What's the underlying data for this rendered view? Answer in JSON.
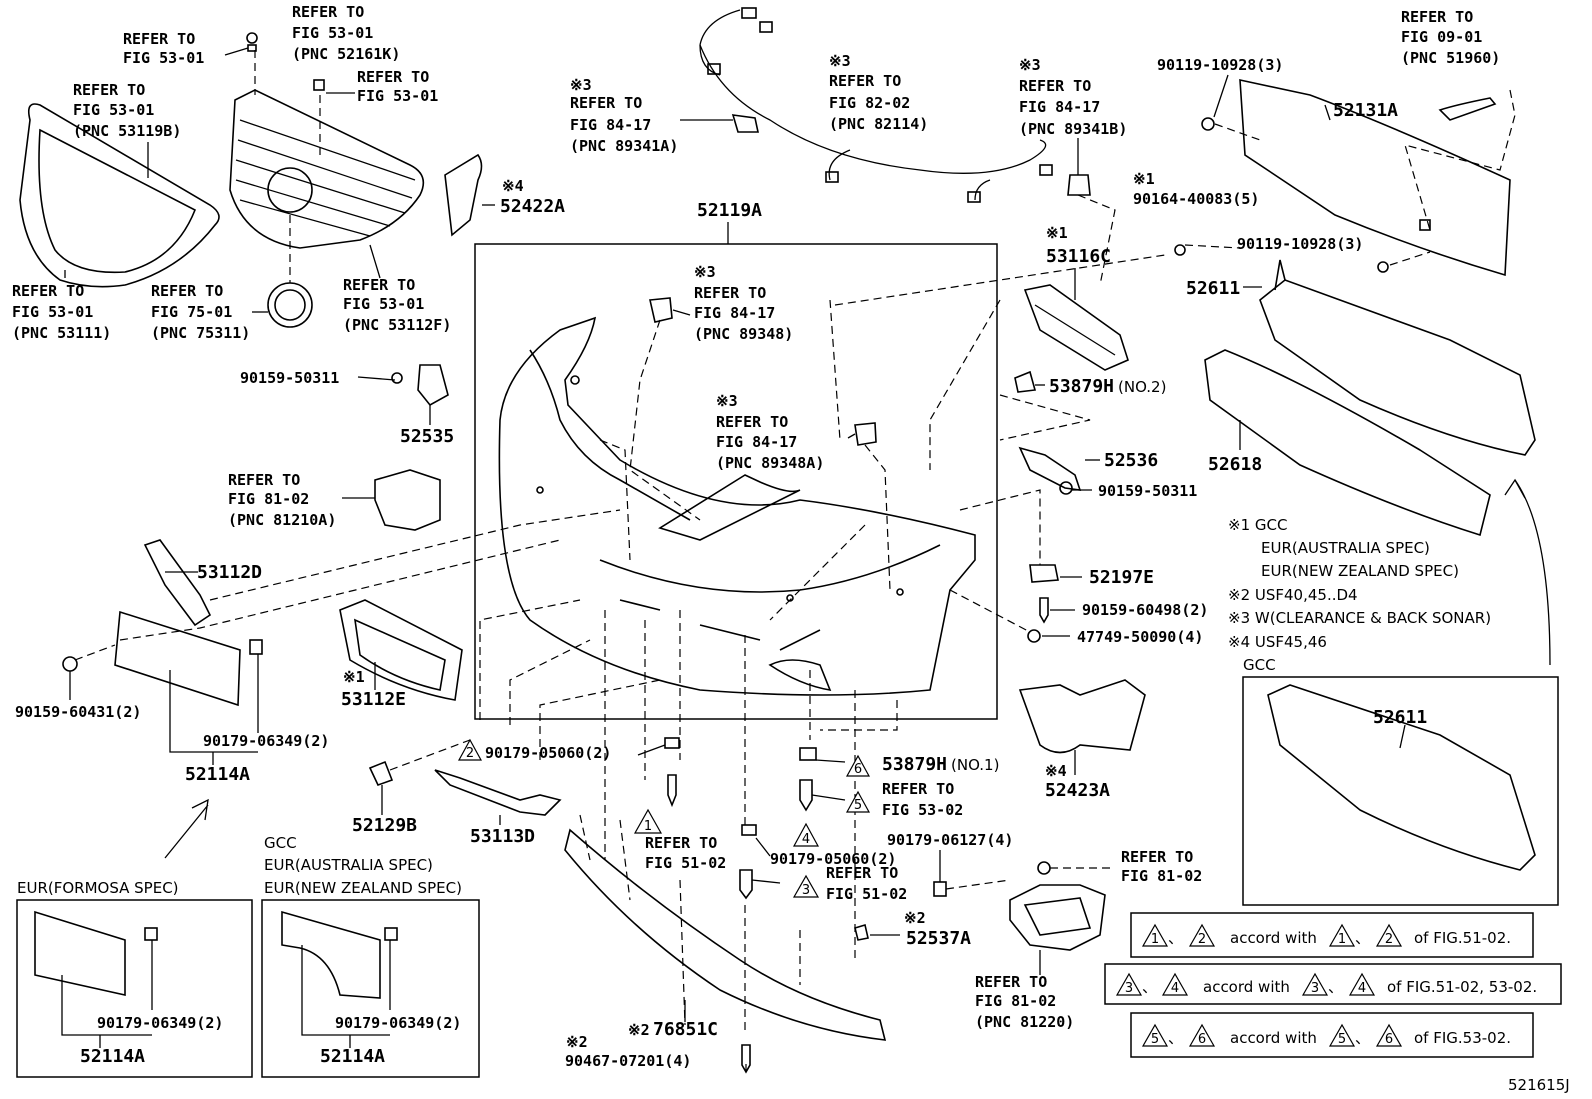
{
  "diagram_id": "521615J",
  "callouts": {
    "refer_53_01_pnc_52161k": [
      "REFER TO",
      "FIG 53-01",
      "(PNC 52161K)"
    ],
    "refer_53_01_a": [
      "REFER TO",
      "FIG 53-01"
    ],
    "refer_53_01_b": [
      "REFER TO",
      "FIG 53-01"
    ],
    "refer_53_01_pnc_53119b": [
      "REFER TO",
      "FIG 53-01",
      "(PNC 53119B)"
    ],
    "refer_53_01_pnc_53111": [
      "REFER TO",
      "FIG 53-01",
      "(PNC 53111)"
    ],
    "refer_75_01_pnc_75311": [
      "REFER TO",
      "FIG 75-01",
      "(PNC 75311)"
    ],
    "refer_53_01_pnc_53112f": [
      "REFER TO",
      "FIG 53-01",
      "(PNC 53112F)"
    ],
    "refer_84_17_pnc_89341a": [
      "※3",
      "REFER TO",
      "FIG 84-17",
      "(PNC 89341A)"
    ],
    "refer_82_02_pnc_82114": [
      "※3",
      "REFER TO",
      "FIG 82-02",
      "(PNC 82114)"
    ],
    "refer_84_17_pnc_89341b": [
      "※3",
      "REFER TO",
      "FIG 84-17",
      "(PNC 89341B)"
    ],
    "refer_09_01_pnc_51960": [
      "REFER TO",
      "FIG 09-01",
      "(PNC 51960)"
    ],
    "refer_84_17_pnc_89348": [
      "※3",
      "REFER TO",
      "FIG 84-17",
      "(PNC 89348)"
    ],
    "refer_84_17_pnc_89348a": [
      "※3",
      "REFER TO",
      "FIG 84-17",
      "(PNC 89348A)"
    ],
    "refer_81_02_pnc_81210a": [
      "REFER TO",
      "FIG 81-02",
      "(PNC 81210A)"
    ],
    "refer_53_02": [
      "REFER TO",
      "FIG 53-02"
    ],
    "refer_51_02_a": [
      "REFER TO",
      "FIG 51-02"
    ],
    "refer_51_02_b": [
      "REFER TO",
      "FIG 51-02"
    ],
    "refer_81_02": [
      "REFER TO",
      "FIG 81-02"
    ],
    "refer_81_02_pnc_81220": [
      "REFER TO",
      "FIG 81-02",
      "(PNC 81220)"
    ]
  },
  "parts": {
    "p52422a": "52422A",
    "p52422a_mark": "※4",
    "p52119a": "52119A",
    "p52131a": "52131A",
    "p90119_10928_top": "90119-10928(3)",
    "p90164_40083": "90164-40083(5)",
    "p90164_mark": "※1",
    "p90119_10928_mid": "90119-10928(3)",
    "p53116c": "53116C",
    "p53116c_mark": "※1",
    "p52611": "52611",
    "p52618": "52618",
    "p90159_50311_a": "90159-50311",
    "p52535": "52535",
    "p53879h_no2": "53879H",
    "p53879h_no2_sfx": "(NO.2)",
    "p52536": "52536",
    "p90159_50311_b": "90159-50311",
    "p53112d": "53112D",
    "p52197e": "52197E",
    "p90159_60498": "90159-60498(2)",
    "p47749_50090": "47749-50090(4)",
    "p53112e": "53112E",
    "p53112e_mark": "※1",
    "p90159_60431": "90159-60431(2)",
    "p90179_06349": "90179-06349(2)",
    "p52114a": "52114A",
    "p90179_05060_a": "90179-05060(2)",
    "p53879h_no1": "53879H",
    "p53879h_no1_sfx": "(NO.1)",
    "p52423a": "52423A",
    "p52423a_mark": "※4",
    "p52129b": "52129B",
    "p53113d": "53113D",
    "p90179_05060_b": "90179-05060(2)",
    "p90179_06127": "90179-06127(4)",
    "p52537a": "52537A",
    "p52537a_mark": "※2",
    "p76851c": "76851C",
    "p76851c_mark": "※2",
    "p90467_07201": "90467-07201(4)",
    "p90467_mark": "※2",
    "gcc_box_52611": "52611",
    "formosa_90179_06349": "90179-06349(2)",
    "formosa_52114a": "52114A",
    "gcc_90179_06349": "90179-06349(2)",
    "gcc_52114a": "52114A"
  },
  "triangles": {
    "t2": "2",
    "t6": "6",
    "t5": "5",
    "t1": "1",
    "t4": "4",
    "t3": "3"
  },
  "legend": {
    "n1": "※1 GCC",
    "n1a": "EUR(AUSTRALIA SPEC)",
    "n1b": "EUR(NEW ZEALAND SPEC)",
    "n2": "※2 USF40,45..D4",
    "n3": "※3 W(CLEARANCE & BACK SONAR)",
    "n4": "※4 USF45,46"
  },
  "boxes": {
    "gcc_title": "GCC",
    "formosa_title": "EUR(FORMOSA SPEC)",
    "gcc_eur_1": "GCC",
    "gcc_eur_2": "EUR(AUSTRALIA SPEC)",
    "gcc_eur_3": "EUR(NEW ZEALAND SPEC)"
  },
  "accord": {
    "row1_a": "1",
    "row1_b": "2",
    "row1_mid": "accord with",
    "row1_c": "1",
    "row1_d": "2",
    "row1_tail": "of FIG.51-02.",
    "row2_a": "3",
    "row2_b": "4",
    "row2_mid": "accord with",
    "row2_c": "3",
    "row2_d": "4",
    "row2_tail": "of FIG.51-02, 53-02.",
    "row3_a": "5",
    "row3_b": "6",
    "row3_mid": "accord with",
    "row3_c": "5",
    "row3_d": "6",
    "row3_tail": "of FIG.53-02.",
    "sep": "、"
  }
}
